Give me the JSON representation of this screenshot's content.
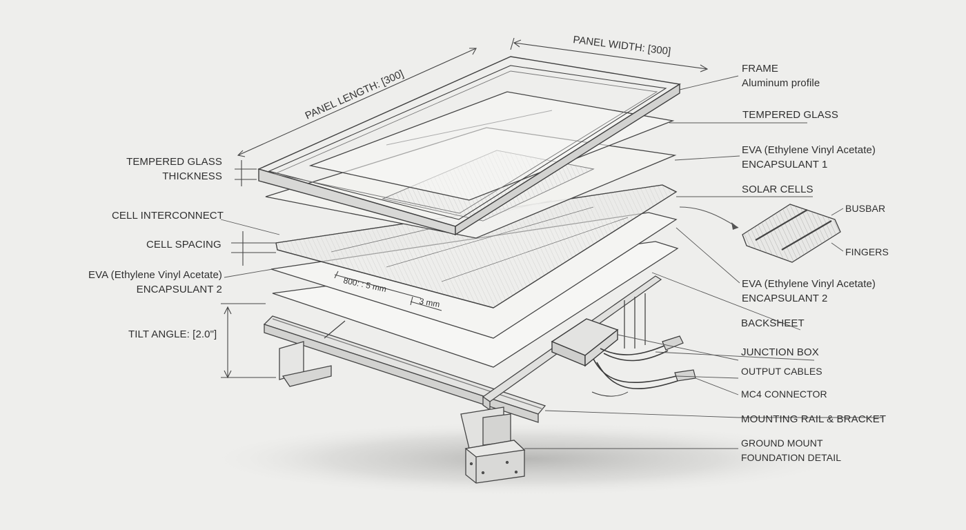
{
  "dimensions": {
    "panel_width": "PANEL WIDTH: [300]",
    "panel_length": "PANEL LENGTH: [300]",
    "spacing_800": "800: : 5 mm",
    "spacing_3mm": "3 mm"
  },
  "left_labels": {
    "glass_thickness": [
      "TEMPERED GLASS",
      "THICKNESS"
    ],
    "cell_interconnect": "CELL INTERCONNECT",
    "cell_spacing": "CELL SPACING",
    "eva_2": [
      "EVA (Ethylene Vinyl Acetate)",
      "ENCAPSULANT 2"
    ],
    "tilt_angle": "TILT ANGLE: [2.0\"]"
  },
  "right_labels": {
    "frame": [
      "FRAME",
      "Aluminum profile"
    ],
    "tempered_glass": "TEMPERED GLASS",
    "eva_1": [
      "EVA (Ethylene Vinyl Acetate)",
      "ENCAPSULANT 1"
    ],
    "solar_cells": "SOLAR CELLS",
    "busbar": "BUSBAR",
    "fingers": "FINGERS",
    "eva_2": [
      "EVA (Ethylene Vinyl Acetate)",
      "ENCAPSULANT 2"
    ],
    "backsheet": "BACKSHEET",
    "junction_box": "JUNCTION BOX",
    "output_cables": "OUTPUT CABLES",
    "mc4_connector": "MC4 CONNECTOR",
    "mounting_rail": "MOUNTING RAIL & BRACKET",
    "ground_mount": [
      "GROUND MOUNT",
      "FOUNDATION DETAIL"
    ]
  }
}
